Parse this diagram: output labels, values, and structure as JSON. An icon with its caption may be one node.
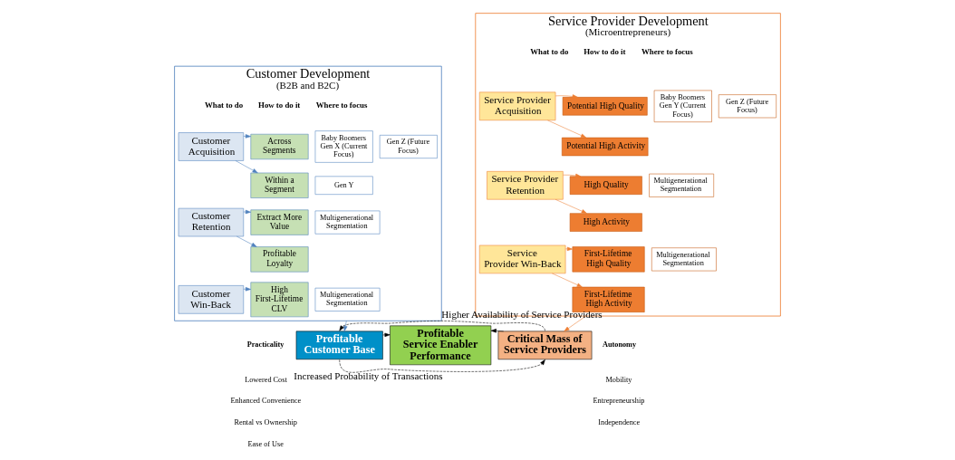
{
  "diagram": {
    "nodes": [
      {
        "text": [
          "Customer Development",
          "(B2B and B2C)"
        ]
      },
      {
        "text": [
          "Customer Acquisition"
        ],
        "in": 0
      },
      {
        "text": [
          "Across Segments"
        ],
        "in": 0
      },
      {
        "text": [
          "Within a Segment"
        ],
        "in": 0
      },
      {
        "text": [
          "Customer Retention"
        ],
        "in": 0
      },
      {
        "text": [
          "Extract More Value"
        ],
        "in": 0
      },
      {
        "text": [
          "Profitable Loyalty"
        ],
        "in": 0
      },
      {
        "text": [
          "Customer Win-Back"
        ],
        "in": 0
      },
      {
        "text": [
          "High First-Lifetime CLV"
        ],
        "in": 0
      },
      {
        "text": [
          "Baby Boomers Gen X (Current Focus)"
        ],
        "in": 0
      },
      {
        "text": [
          "Gen Z (Future Focus)"
        ],
        "in": 0
      },
      {
        "text": [
          "Gen Y"
        ],
        "in": 0
      },
      {
        "text": [
          "Multigenerational Segmentation"
        ],
        "in": 0
      },
      {
        "text": [
          "Multigenerational Segmentation"
        ],
        "in": 0
      },
      {
        "text": [
          "Service Provider Development",
          "(Microentrepreneurs)"
        ]
      },
      {
        "text": [
          "Service Provider Acquisition"
        ],
        "in": 14
      },
      {
        "text": [
          "Potential High Quality"
        ],
        "in": 14
      },
      {
        "text": [
          "Potential High Activity"
        ],
        "in": 14
      },
      {
        "text": [
          "Service Provider Retention"
        ],
        "in": 14
      },
      {
        "text": [
          "High Quality"
        ],
        "in": 14
      },
      {
        "text": [
          "High Activity"
        ],
        "in": 14
      },
      {
        "text": [
          "Service Provider Win-Back"
        ],
        "in": 14
      },
      {
        "text": [
          "First-Lifetime High Quality"
        ],
        "in": 14
      },
      {
        "text": [
          "First-Lifetime High Activity"
        ],
        "in": 14
      },
      {
        "text": [
          "Baby Boomers Gen Y (Current Focus)"
        ],
        "in": 14
      },
      {
        "text": [
          "Gen Z (Future Focus)"
        ],
        "in": 14
      },
      {
        "text": [
          "Multigenerational Segmentation"
        ],
        "in": 14
      },
      {
        "text": [
          "Multigenerational Segmentation"
        ],
        "in": 14
      },
      {
        "text": [
          "Profitable Customer Base"
        ]
      },
      {
        "text": [
          "Profitable Service Enabler Performance"
        ]
      },
      {
        "text": [
          "Critical Mass of Service Providers"
        ]
      }
    ],
    "edges": [
      {
        "from": 1,
        "to": 2,
        "arrow": "to",
        "color": "#4f81bd"
      },
      {
        "from": 1,
        "to": 3,
        "arrow": "to",
        "color": "#4f81bd"
      },
      {
        "from": 4,
        "to": 5,
        "arrow": "to",
        "color": "#4f81bd"
      },
      {
        "from": 4,
        "to": 6,
        "arrow": "to",
        "color": "#4f81bd"
      },
      {
        "from": 7,
        "to": 8,
        "arrow": "to",
        "color": "#4f81bd"
      },
      {
        "from": 15,
        "to": 16,
        "arrow": "to",
        "color": "#ed7d31"
      },
      {
        "from": 15,
        "to": 17,
        "arrow": "to",
        "color": "#ed7d31"
      },
      {
        "from": 18,
        "to": 19,
        "arrow": "to",
        "color": "#ed7d31"
      },
      {
        "from": 18,
        "to": 20,
        "arrow": "to",
        "color": "#ed7d31"
      },
      {
        "from": 21,
        "to": 22,
        "arrow": "to",
        "color": "#ed7d31"
      },
      {
        "from": 21,
        "to": 23,
        "arrow": "to",
        "color": "#ed7d31"
      },
      {
        "from": 0,
        "to": 28,
        "arrow": "to",
        "color": "#4f81bd"
      },
      {
        "from": 14,
        "to": 30,
        "arrow": "to",
        "color": "#ed7d31"
      },
      {
        "from": 28,
        "to": 29,
        "arrow": "to",
        "color": "#000000"
      },
      {
        "from": 30,
        "to": 29,
        "arrow": "to",
        "color": "#000000"
      },
      {
        "from": 30,
        "to": 28,
        "arrow": "to",
        "label": "Higher Availability of Service Providers",
        "style": "dashed",
        "color": "#000000"
      },
      {
        "from": 28,
        "to": 30,
        "arrow": "to",
        "label": "Increased Probability of Transactions",
        "style": "dashed",
        "color": "#000000"
      }
    ],
    "labels": [
      "What to do",
      "How to do it",
      "Where to focus",
      "What to do",
      "How to do it",
      "Where to focus",
      "Practicality",
      "Lowered Cost",
      "Enhanced Convenience",
      "Rental vs Ownership",
      "Ease of Use",
      "Autonomy",
      "Mobility",
      "Entrepreneurship",
      "Independence"
    ]
  }
}
